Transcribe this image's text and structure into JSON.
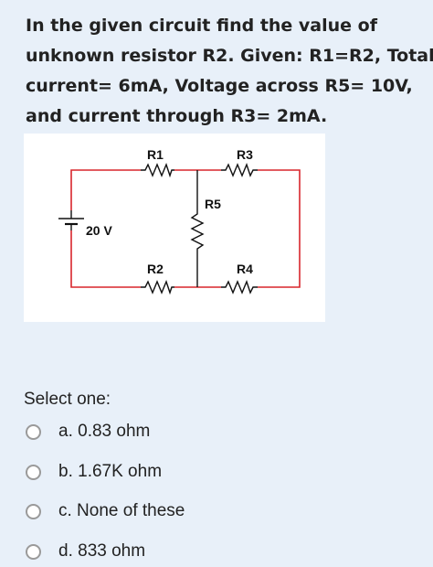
{
  "question": {
    "lines": [
      "In the given circuit find the value of",
      "unknown resistor R2. Given: R1=R2, Total",
      "current= 6mA, Voltage across R5= 10V,",
      "and current through R3= 2mA."
    ]
  },
  "circuit": {
    "r1": "R1",
    "r2": "R2",
    "r3": "R3",
    "r4": "R4",
    "r5": "R5",
    "source": "20 V",
    "wire_color": "#d9262c"
  },
  "select_label": "Select one:",
  "options": [
    {
      "label": "a. 0.83 ohm"
    },
    {
      "label": "b. 1.67K ohm"
    },
    {
      "label": "c. None of these"
    },
    {
      "label": "d. 833 ohm"
    }
  ]
}
